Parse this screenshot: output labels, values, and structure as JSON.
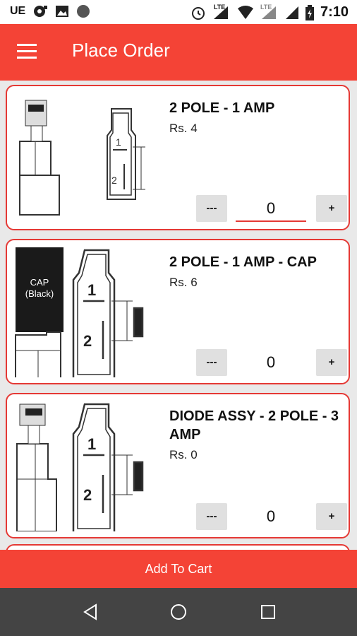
{
  "status_bar": {
    "carrier": "UE",
    "network": "LTE",
    "network2": "LTE",
    "time": "7:10"
  },
  "app_bar": {
    "title": "Place Order"
  },
  "products": [
    {
      "name": "2 POLE - 1 AMP",
      "price": "Rs. 4",
      "qty": "0",
      "minus_label": "---",
      "plus_label": "+",
      "label_top": "",
      "label_bottom": ""
    },
    {
      "name": "2 POLE - 1 AMP - CAP",
      "price": "Rs. 6",
      "qty": "0",
      "minus_label": "---",
      "plus_label": "+",
      "label_top": "CAP",
      "label_bottom": "(Black)"
    },
    {
      "name": "DIODE ASSY - 2 POLE - 3 AMP",
      "price": "Rs. 0",
      "qty": "0",
      "minus_label": "---",
      "plus_label": "+",
      "label_top": "",
      "label_bottom": ""
    }
  ],
  "cart": {
    "button_label": "Add To Cart"
  },
  "colors": {
    "primary": "#f44336",
    "card_border": "#e53935",
    "nav_bar": "#444444"
  }
}
